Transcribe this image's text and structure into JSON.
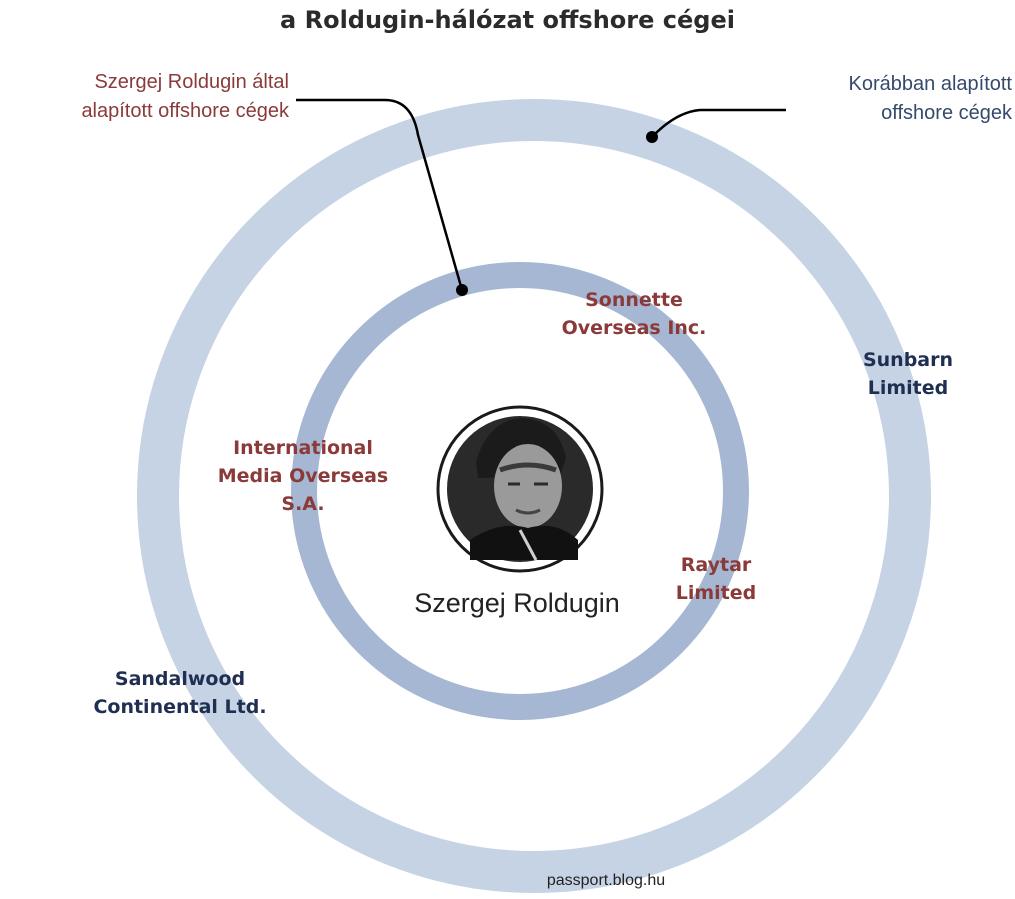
{
  "title": "a Roldugin-hálózat offshore cégei",
  "legend": {
    "inner_ring": {
      "lines": [
        "Szergej Roldugin által",
        "alapított offshore cégek"
      ],
      "color": "#8b3a3a"
    },
    "outer_ring": {
      "lines": [
        "Korábban alapított",
        "offshore cégek"
      ],
      "color": "#354a6b"
    }
  },
  "center": {
    "name": "Szergej Roldugin",
    "photo": "portrait-photo"
  },
  "inner_companies": [
    {
      "lines": [
        "Sonnette",
        "Overseas Inc."
      ]
    },
    {
      "lines": [
        "International",
        "Media Overseas",
        "S.A."
      ]
    },
    {
      "lines": [
        "Raytar",
        "Limited"
      ]
    }
  ],
  "outer_companies": [
    {
      "lines": [
        "Sunbarn",
        "Limited"
      ]
    },
    {
      "lines": [
        "Sandalwood",
        "Continental Ltd."
      ]
    }
  ],
  "credit": "passport.blog.hu",
  "colors": {
    "inner_ring": "#a5b7d2",
    "outer_ring": "#c5d3e5",
    "inner_text": "#8b3a3a",
    "outer_text": "#1e2f52"
  }
}
